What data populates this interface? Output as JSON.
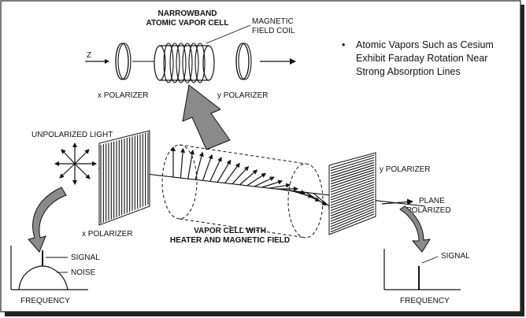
{
  "top": {
    "title_line1": "NARROWBAND",
    "title_line2": "ATOMIC VAPOR CELL",
    "coil_line1": "MAGNETIC",
    "coil_line2": "FIELD COIL",
    "axis": "Z",
    "x_polarizer": "x POLARIZER",
    "y_polarizer": "y POLARIZER"
  },
  "note": {
    "bullet": "•",
    "line1": "Atomic Vapors Such as Cesium",
    "line2": "Exhibit Faraday Rotation Near",
    "line3": "Strong Absorption Lines"
  },
  "main": {
    "unpolarized": "UNPOLARIZED LIGHT",
    "x_polarizer": "x POLARIZER",
    "y_polarizer": "y POLARIZER",
    "cell_line1": "VAPOR CELL WITH",
    "cell_line2": "HEATER AND MAGNETIC FIELD",
    "plane_line1": "PLANE",
    "plane_line2": "POLARIZED"
  },
  "spectrum_left": {
    "signal": "SIGNAL",
    "noise": "NOISE",
    "axis": "FREQUENCY"
  },
  "spectrum_right": {
    "signal": "SIGNAL",
    "axis": "FREQUENCY"
  },
  "colors": {
    "ink": "#111111",
    "gray_arrow": "#8a8a8a",
    "frame_shadow": "#222222"
  }
}
